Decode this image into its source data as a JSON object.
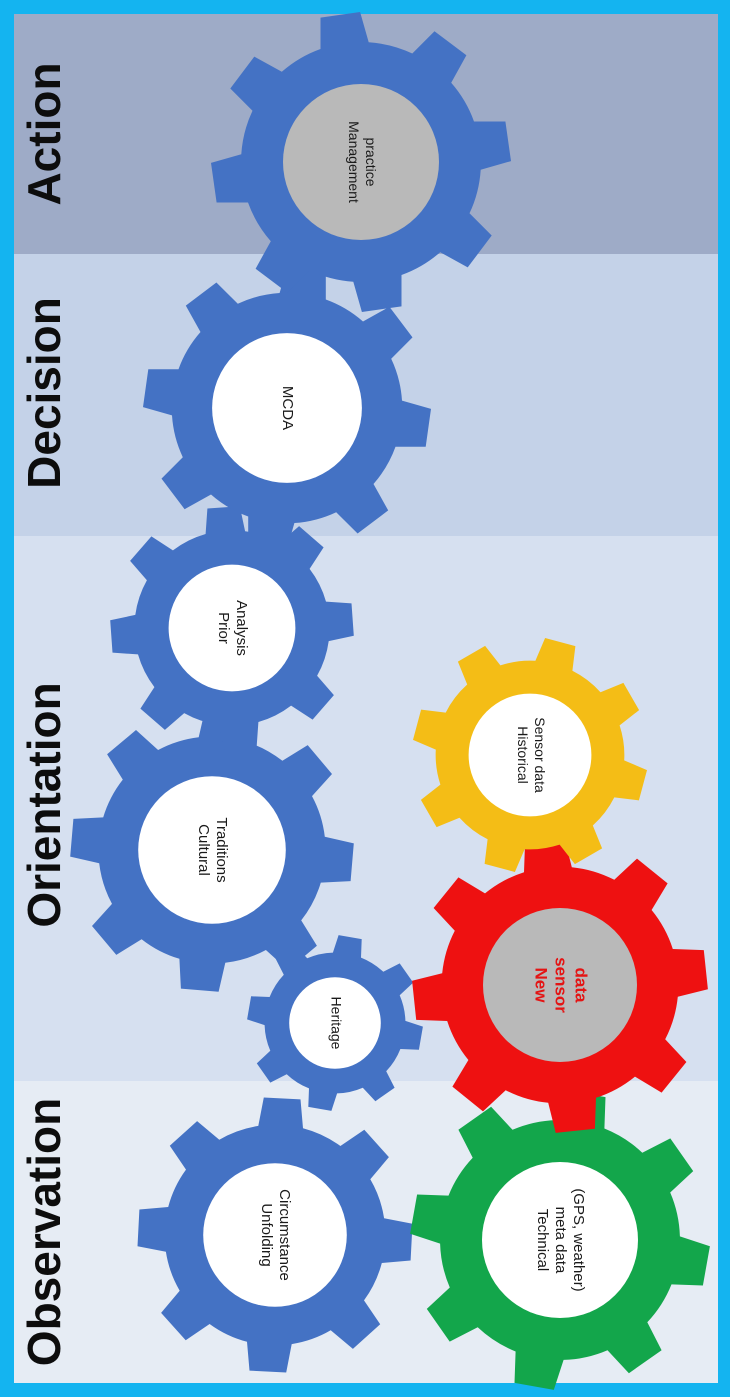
{
  "colors": {
    "frame": "#14b4f0",
    "band_observation": "#e6ecf4",
    "band_orientation": "#d6e0f0",
    "band_decision": "#c4d2e8",
    "band_action": "#9eabc7",
    "gear_blue": "#4472c4",
    "gear_green": "#13a64b",
    "gear_red": "#ee1111",
    "gear_yellow": "#f4bd16",
    "hub_white": "#ffffff",
    "hub_grey": "#b9b9b9",
    "alert_text": "#e41414"
  },
  "stages": [
    {
      "id": "observation",
      "label": "Observation"
    },
    {
      "id": "orientation",
      "label": "Orientation"
    },
    {
      "id": "decision",
      "label": "Decision"
    },
    {
      "id": "action",
      "label": "Action"
    }
  ],
  "gears": [
    {
      "id": "unfolding-circumstance",
      "color": "gear_blue",
      "lines": [
        "Unfolding",
        "Circumstance"
      ]
    },
    {
      "id": "technical-meta-data",
      "color": "gear_green",
      "lines": [
        "Technical",
        "meta data",
        "(GPS, weather)"
      ]
    },
    {
      "id": "heritage",
      "color": "gear_blue",
      "lines": [
        "Heritage"
      ]
    },
    {
      "id": "new-sensor-data",
      "color": "gear_red",
      "hub": "grey",
      "lines": [
        "New",
        "sensor",
        "data"
      ]
    },
    {
      "id": "cultural-traditions",
      "color": "gear_blue",
      "lines": [
        "Cultural",
        "Traditions"
      ]
    },
    {
      "id": "historical-sensor-data",
      "color": "gear_yellow",
      "lines": [
        "Historical",
        "Sensor data"
      ]
    },
    {
      "id": "prior-analysis",
      "color": "gear_blue",
      "lines": [
        "Prior",
        "Analysis"
      ]
    },
    {
      "id": "mcda",
      "color": "gear_blue",
      "lines": [
        "MCDA"
      ]
    },
    {
      "id": "management-practice",
      "color": "gear_blue",
      "hub": "grey",
      "lines": [
        "Management",
        "practice"
      ]
    }
  ]
}
